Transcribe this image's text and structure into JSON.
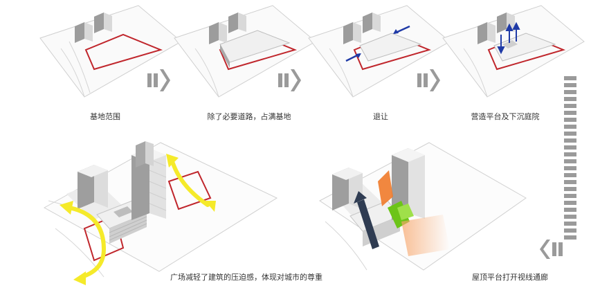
{
  "steps": [
    {
      "caption": "基地范围"
    },
    {
      "caption": "除了必要道路，占满基地"
    },
    {
      "caption": "退让"
    },
    {
      "caption": "营造平台及下沉庭院"
    },
    {
      "caption": "广场减轻了建筑的压迫感，体现对城市的尊重"
    },
    {
      "caption": "屋顶平台打开视线通廊"
    }
  ],
  "colors": {
    "site_outline": "#c0262c",
    "setback_arrow": "#1f3aa6",
    "plaza_arrow": "#f5ea2a",
    "view_arrow": "#2f3c52",
    "roof_green": "#6cc418",
    "roof_orange": "#f07a2a",
    "chevron": "#9a9a9a"
  }
}
